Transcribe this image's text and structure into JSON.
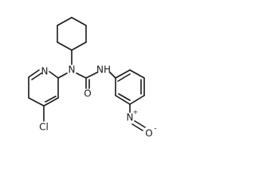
{
  "molecule": {
    "atom_labels": {
      "pyridine_n": "N",
      "amine_n": "N",
      "carbonyl_o": "O",
      "amide_nh": "NH",
      "chloro": "Cl",
      "nitro_n": "N",
      "nitro_plus": "+",
      "nitro_o": "O",
      "nitro_minus": "-"
    },
    "colors": {
      "bond": "#1a1a1a",
      "text": "#1a1a1a"
    }
  }
}
